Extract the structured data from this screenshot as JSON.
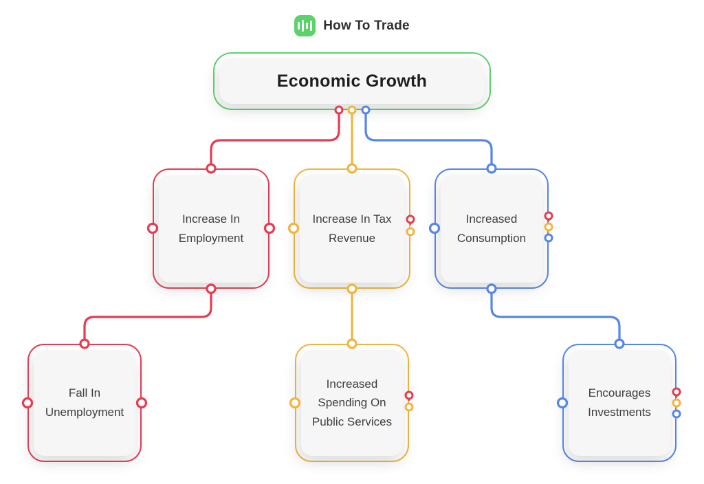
{
  "header": {
    "title": "How To Trade",
    "logo_icon": "bar-chart-icon"
  },
  "colors": {
    "green": "#5BD36A",
    "red": "#E73B50",
    "yellow": "#F1B53E",
    "blue": "#5586E9",
    "textDark": "#1E1E1E",
    "textBody": "#3D3D3D",
    "cardBg": "#F6F6F7"
  },
  "icons": {
    "logo": "bar-chart-icon",
    "connection_point": "ring-icon",
    "link_marker": "map-pin-icon"
  },
  "diagram": {
    "root": {
      "label": "Economic Growth",
      "color": "green"
    },
    "level1": [
      {
        "label": "Increase In Employment",
        "color": "red",
        "side_markers": []
      },
      {
        "label": "Increase In Tax Revenue",
        "color": "yellow",
        "side_markers": [
          "red",
          "yellow"
        ]
      },
      {
        "label": "Increased Consumption",
        "color": "blue",
        "side_markers": [
          "red",
          "yellow",
          "blue"
        ]
      }
    ],
    "level2": [
      {
        "label": "Fall In Unemployment",
        "color": "red",
        "side_markers": []
      },
      {
        "label": "Increased Spending On Public Services",
        "color": "yellow",
        "side_markers": [
          "red",
          "yellow"
        ]
      },
      {
        "label": "Encourages Investments",
        "color": "blue",
        "side_markers": [
          "red",
          "yellow",
          "blue"
        ]
      }
    ]
  }
}
